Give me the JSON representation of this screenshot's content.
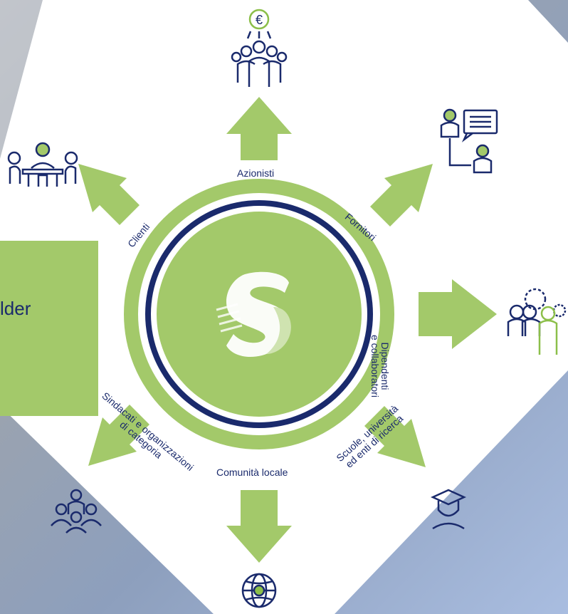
{
  "colors": {
    "accent_green": "#a3c96a",
    "navy": "#1a2a6c",
    "diamond_bg": "#ffffff",
    "logo_green": "#b7d88a"
  },
  "center": {
    "logo_icon": "stakeholder-logo-icon"
  },
  "side_panel": {
    "text_fragment": "lder"
  },
  "stakeholders": [
    {
      "key": "azionisti",
      "label": "Azionisti",
      "icon": "shareholders-euro-icon"
    },
    {
      "key": "fornitori",
      "label": "Fornitori",
      "icon": "suppliers-meeting-icon"
    },
    {
      "key": "dipendenti",
      "label_line1": "Dipendenti",
      "label_line2": "e collaboratori",
      "icon": "employees-gears-icon"
    },
    {
      "key": "scuole",
      "label_line1": "Scuole, università",
      "label_line2": "ed enti di ricerca",
      "icon": "graduate-icon"
    },
    {
      "key": "comunita",
      "label": "Comunità locale",
      "icon": "globe-icon"
    },
    {
      "key": "sindacati",
      "label_line1": "Sindacati e organizzazioni",
      "label_line2": "di categoria",
      "icon": "group-people-icon"
    },
    {
      "key": "clienti",
      "label": "Clienti",
      "icon": "clients-meeting-icon"
    }
  ]
}
